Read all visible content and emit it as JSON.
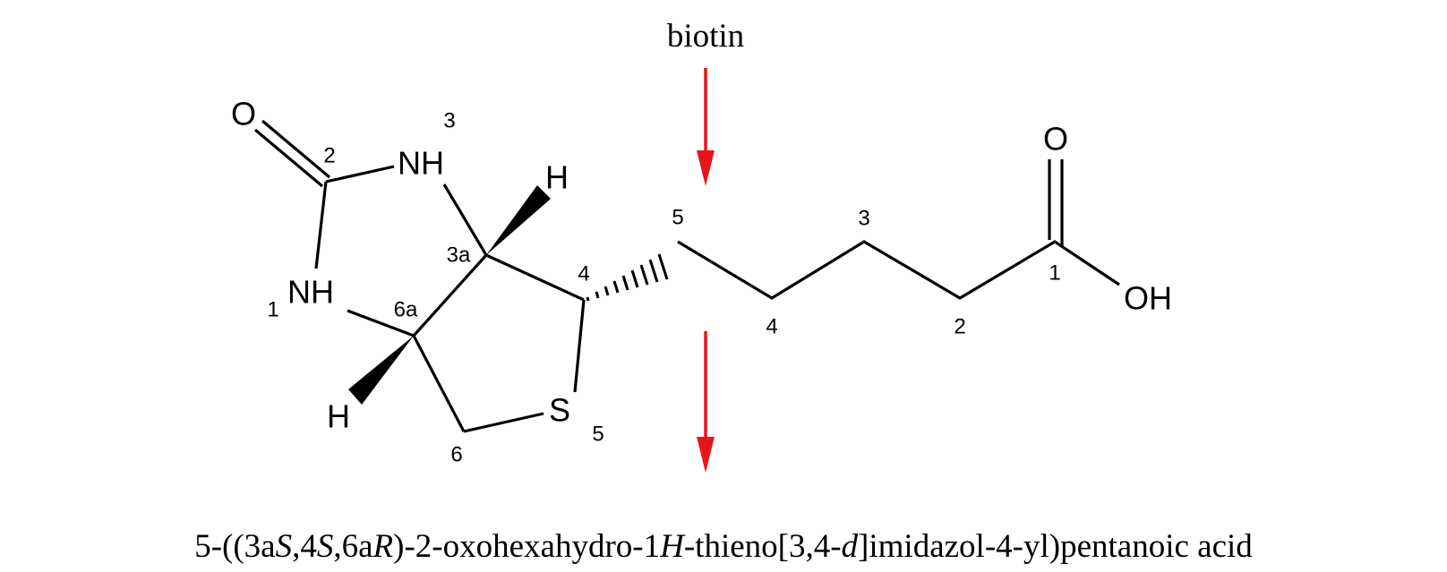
{
  "title": "biotin",
  "atoms": {
    "o_urea": "O",
    "nh3": "NH",
    "nh1": "NH",
    "h_3a": "H",
    "h_6a": "H",
    "s": "S",
    "o_acid": "O",
    "oh": "OH"
  },
  "ring_locants": {
    "c2": "2",
    "n3": "3",
    "c3a": "3a",
    "c4": "4",
    "s5": "5",
    "c6": "6",
    "c6a": "6a",
    "n1": "1"
  },
  "chain_locants": {
    "c5": "5",
    "c4": "4",
    "c3": "3",
    "c2": "2",
    "c1": "1"
  },
  "iupac_name": [
    {
      "text": "5-((3a",
      "italic": false
    },
    {
      "text": "S",
      "italic": true
    },
    {
      "text": ",4",
      "italic": false
    },
    {
      "text": "S",
      "italic": true
    },
    {
      "text": ",6a",
      "italic": false
    },
    {
      "text": "R",
      "italic": true
    },
    {
      "text": ")-2-oxohexahydro-1",
      "italic": false
    },
    {
      "text": "H",
      "italic": true
    },
    {
      "text": "-thieno[3,4-",
      "italic": false
    },
    {
      "text": "d",
      "italic": true
    },
    {
      "text": "]imidazol-4-yl)pentanoic acid",
      "italic": false
    }
  ],
  "colors": {
    "arrow": "#e8141b",
    "bond": "#000000"
  }
}
